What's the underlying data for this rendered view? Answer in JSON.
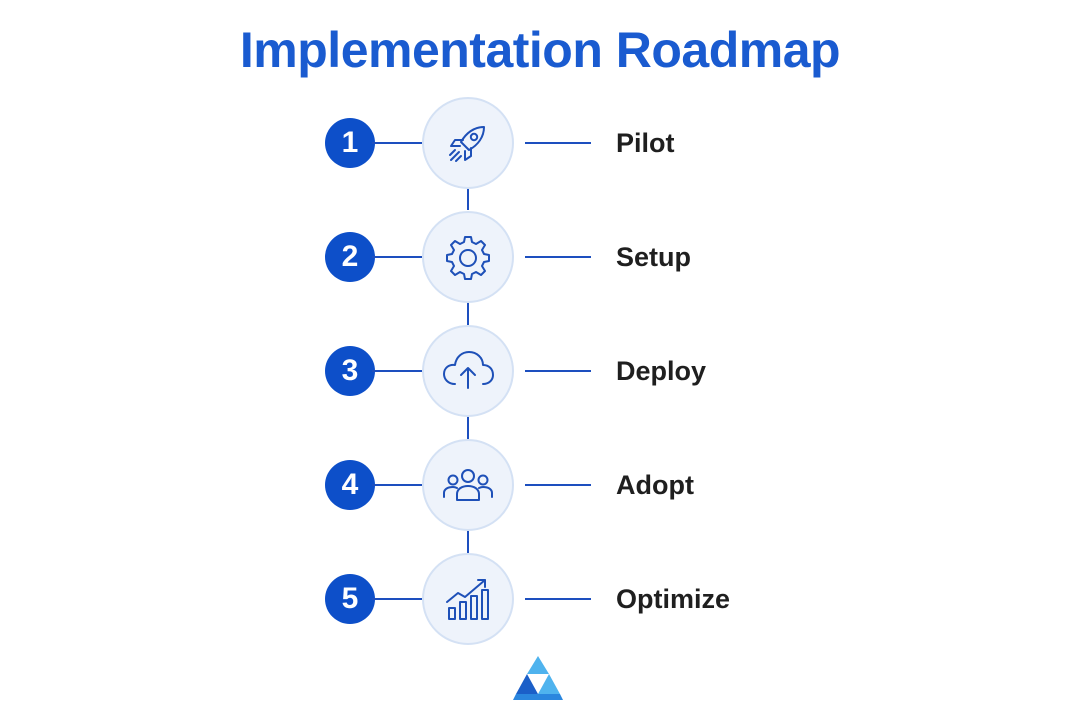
{
  "title": "Implementation Roadmap",
  "steps": [
    {
      "number": "1",
      "label": "Pilot",
      "icon": "rocket-icon"
    },
    {
      "number": "2",
      "label": "Setup",
      "icon": "gear-icon"
    },
    {
      "number": "3",
      "label": "Deploy",
      "icon": "cloud-upload-icon"
    },
    {
      "number": "4",
      "label": "Adopt",
      "icon": "users-icon"
    },
    {
      "number": "5",
      "label": "Optimize",
      "icon": "growth-chart-icon"
    }
  ],
  "colors": {
    "title": "#1a5bd0",
    "badge": "#0d4fc9",
    "line": "#1d4fbf",
    "icon_stroke": "#1e50b8",
    "circle_fill": "#eef3fb",
    "label": "#1f1f1f",
    "logo_light": "#4fb3ee",
    "logo_dark": "#1b5fc8"
  },
  "logo": {
    "icon": "triangle-logo-icon"
  }
}
